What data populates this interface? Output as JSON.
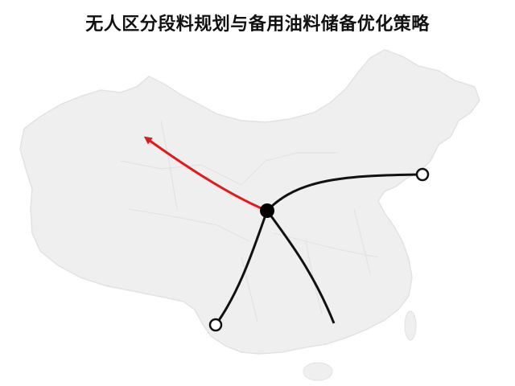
{
  "title": "无人区分段料规划与备用油料储备优化策略",
  "colors": {
    "land": "#efefef",
    "border": "#e0e0e0",
    "route": "#111111",
    "highlight": "#e01b1b",
    "hub": "#000000",
    "endpoint_fill": "#ffffff"
  },
  "map": {
    "region": "China",
    "hub": "central-hub",
    "routes": [
      {
        "id": "route-northeast",
        "color": "route",
        "end": "open-endpoint"
      },
      {
        "id": "route-southwest",
        "color": "route",
        "end": "open-endpoint"
      },
      {
        "id": "route-south",
        "color": "route",
        "end": "line-end"
      },
      {
        "id": "route-northwest",
        "color": "highlight",
        "end": "arrowhead"
      }
    ]
  }
}
